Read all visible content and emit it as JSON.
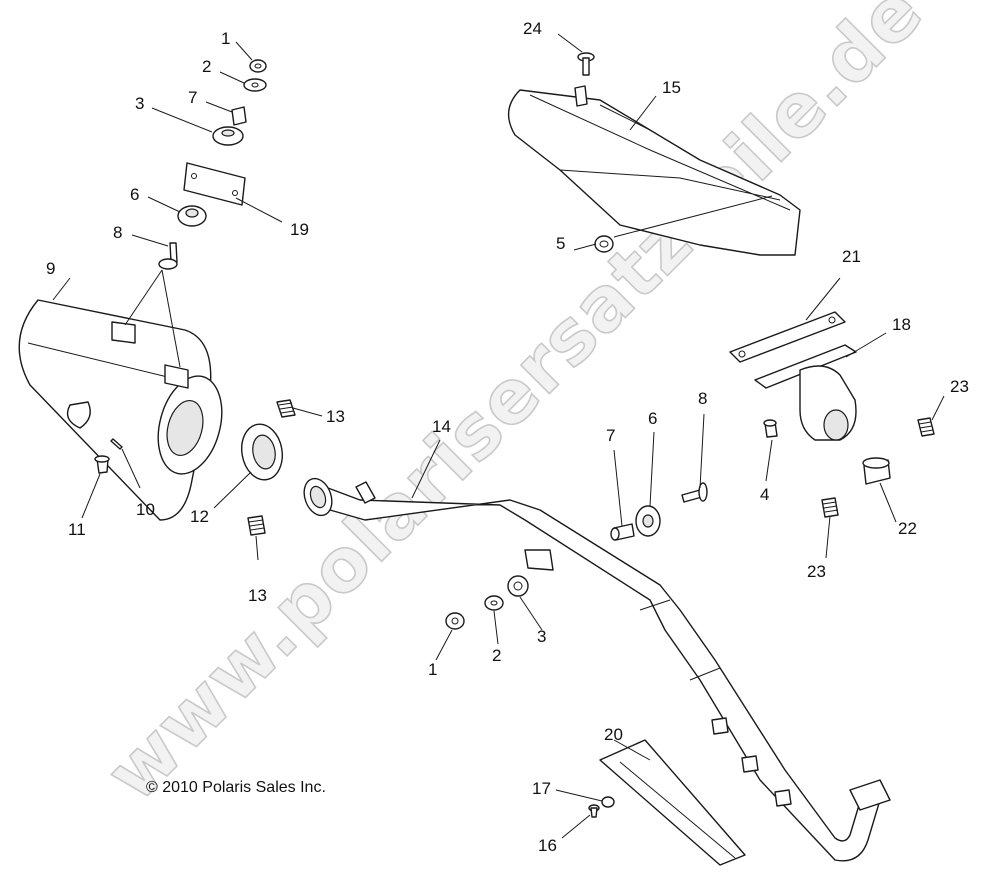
{
  "watermark": "www.polarisersatzteile.de",
  "copyright": "© 2010 Polaris Sales Inc.",
  "callouts": {
    "c24": "24",
    "c15": "15",
    "c5": "5",
    "c21": "21",
    "c18": "18",
    "c23a": "23",
    "c23b": "23",
    "c22": "22",
    "c4": "4",
    "c8b": "8",
    "c6b": "6",
    "c7b": "7",
    "c14": "14",
    "c1b": "1",
    "c2b": "2",
    "c3b": "3",
    "c20": "20",
    "c17": "17",
    "c16": "16",
    "c1a": "1",
    "c2a": "2",
    "c7a": "7",
    "c3a": "3",
    "c6a": "6",
    "c19": "19",
    "c8a": "8",
    "c9": "9",
    "c13a": "13",
    "c13b": "13",
    "c12": "12",
    "c10": "10",
    "c11": "11"
  }
}
